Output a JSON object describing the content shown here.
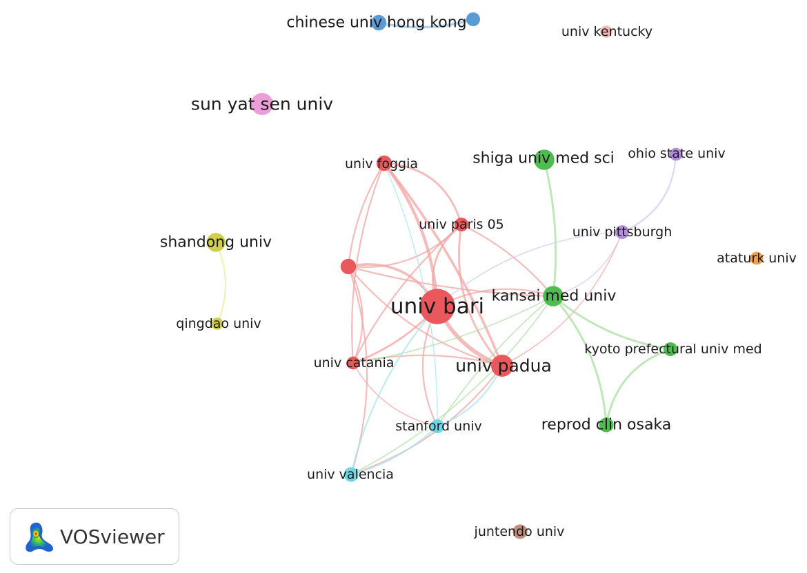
{
  "nodes": [
    {
      "id": "chinese-univ-hong-kong",
      "label": "chinese univ hong kong",
      "cluster": "blue",
      "size": 12
    },
    {
      "id": "chinese-univ-hong-kong-2",
      "label": "",
      "cluster": "blue",
      "size": 10
    },
    {
      "id": "univ-kentucky",
      "label": "univ kentucky",
      "cluster": "pink-light",
      "size": 8
    },
    {
      "id": "sun-yat-sen-univ",
      "label": "sun yat sen univ",
      "cluster": "magenta",
      "size": 20
    },
    {
      "id": "univ-foggia",
      "label": "univ foggia",
      "cluster": "red",
      "size": 12
    },
    {
      "id": "univ-paris-05",
      "label": "univ paris 05",
      "cluster": "red",
      "size": 10
    },
    {
      "id": "red-unlabeled",
      "label": "",
      "cluster": "red",
      "size": 12
    },
    {
      "id": "univ-bari",
      "label": "univ bari",
      "cluster": "red",
      "size": 36
    },
    {
      "id": "univ-catania",
      "label": "univ catania",
      "cluster": "red",
      "size": 9
    },
    {
      "id": "univ-padua",
      "label": "univ padua",
      "cluster": "red",
      "size": 20
    },
    {
      "id": "shiga-univ-med-sci",
      "label": "shiga univ med sci",
      "cluster": "green",
      "size": 18
    },
    {
      "id": "kansai-med-univ",
      "label": "kansai med univ",
      "cluster": "green",
      "size": 18
    },
    {
      "id": "kyoto-prefectural-univ-med",
      "label": "kyoto prefectural univ med",
      "cluster": "green",
      "size": 10
    },
    {
      "id": "reprod-clin-osaka",
      "label": "reprod clin osaka",
      "cluster": "green",
      "size": 11
    },
    {
      "id": "ohio-state-univ",
      "label": "ohio state univ",
      "cluster": "purple",
      "size": 9
    },
    {
      "id": "univ-pittsburgh",
      "label": "univ pittsburgh",
      "cluster": "purple",
      "size": 10
    },
    {
      "id": "ataturk-univ",
      "label": "ataturk univ",
      "cluster": "orange",
      "size": 9
    },
    {
      "id": "shandong-univ",
      "label": "shandong univ",
      "cluster": "yellow",
      "size": 16
    },
    {
      "id": "qingdao-univ",
      "label": "qingdao univ",
      "cluster": "yellow",
      "size": 8
    },
    {
      "id": "stanford-univ",
      "label": "stanford univ",
      "cluster": "cyan",
      "size": 10
    },
    {
      "id": "univ-valencia",
      "label": "univ valencia",
      "cluster": "cyan",
      "size": 11
    },
    {
      "id": "juntendo-univ",
      "label": "juntendo univ",
      "cluster": "brown",
      "size": 11
    }
  ],
  "edges": [
    {
      "source": "chinese-univ-hong-kong",
      "target": "chinese-univ-hong-kong-2",
      "cluster": "blue",
      "weight": 4
    },
    {
      "source": "shandong-univ",
      "target": "qingdao-univ",
      "cluster": "yellow",
      "weight": 2
    },
    {
      "source": "univ-bari",
      "target": "univ-foggia",
      "cluster": "red",
      "weight": 5
    },
    {
      "source": "univ-bari",
      "target": "univ-paris-05",
      "cluster": "red",
      "weight": 3
    },
    {
      "source": "univ-bari",
      "target": "red-unlabeled",
      "cluster": "red",
      "weight": 4
    },
    {
      "source": "univ-bari",
      "target": "univ-catania",
      "cluster": "red",
      "weight": 3
    },
    {
      "source": "univ-bari",
      "target": "univ-padua",
      "cluster": "red",
      "weight": 7
    },
    {
      "source": "univ-bari",
      "target": "kansai-med-univ",
      "cluster": "red",
      "weight": 2
    },
    {
      "source": "univ-bari",
      "target": "stanford-univ",
      "cluster": "red",
      "weight": 2
    },
    {
      "source": "univ-foggia",
      "target": "univ-paris-05",
      "cluster": "red",
      "weight": 3
    },
    {
      "source": "univ-foggia",
      "target": "red-unlabeled",
      "cluster": "red",
      "weight": 2
    },
    {
      "source": "univ-foggia",
      "target": "univ-padua",
      "cluster": "red",
      "weight": 4
    },
    {
      "source": "univ-foggia",
      "target": "univ-catania",
      "cluster": "red",
      "weight": 2
    },
    {
      "source": "univ-paris-05",
      "target": "red-unlabeled",
      "cluster": "red",
      "weight": 2
    },
    {
      "source": "univ-paris-05",
      "target": "univ-padua",
      "cluster": "red",
      "weight": 3
    },
    {
      "source": "univ-paris-05",
      "target": "kansai-med-univ",
      "cluster": "red",
      "weight": 2
    },
    {
      "source": "univ-paris-05",
      "target": "univ-catania",
      "cluster": "red",
      "weight": 2
    },
    {
      "source": "red-unlabeled",
      "target": "univ-catania",
      "cluster": "red",
      "weight": 2
    },
    {
      "source": "red-unlabeled",
      "target": "univ-padua",
      "cluster": "red",
      "weight": 2
    },
    {
      "source": "red-unlabeled",
      "target": "univ-valencia",
      "cluster": "red",
      "weight": 2
    },
    {
      "source": "red-unlabeled",
      "target": "kansai-med-univ",
      "cluster": "red",
      "weight": 2
    },
    {
      "source": "univ-catania",
      "target": "univ-padua",
      "cluster": "red",
      "weight": 2
    },
    {
      "source": "univ-catania",
      "target": "stanford-univ",
      "cluster": "red",
      "weight": 1
    },
    {
      "source": "univ-padua",
      "target": "univ-valencia",
      "cluster": "red",
      "weight": 2
    },
    {
      "source": "univ-padua",
      "target": "univ-pittsburgh",
      "cluster": "red",
      "weight": 1
    },
    {
      "source": "shiga-univ-med-sci",
      "target": "kansai-med-univ",
      "cluster": "green",
      "weight": 3
    },
    {
      "source": "kansai-med-univ",
      "target": "kyoto-prefectural-univ-med",
      "cluster": "green",
      "weight": 3
    },
    {
      "source": "kansai-med-univ",
      "target": "reprod-clin-osaka",
      "cluster": "green",
      "weight": 3
    },
    {
      "source": "kyoto-prefectural-univ-med",
      "target": "reprod-clin-osaka",
      "cluster": "green",
      "weight": 3
    },
    {
      "source": "kansai-med-univ",
      "target": "univ-valencia",
      "cluster": "green",
      "weight": 1
    },
    {
      "source": "kansai-med-univ",
      "target": "stanford-univ",
      "cluster": "green",
      "weight": 1
    },
    {
      "source": "kansai-med-univ",
      "target": "univ-catania",
      "cluster": "green",
      "weight": 1
    },
    {
      "source": "kansai-med-univ",
      "target": "univ-pittsburgh",
      "cluster": "purple",
      "weight": 1
    },
    {
      "source": "ohio-state-univ",
      "target": "univ-pittsburgh",
      "cluster": "purple",
      "weight": 2
    },
    {
      "source": "univ-pittsburgh",
      "target": "univ-bari",
      "cluster": "purple",
      "weight": 1
    },
    {
      "source": "stanford-univ",
      "target": "univ-valencia",
      "cluster": "cyan",
      "weight": 2
    },
    {
      "source": "stanford-univ",
      "target": "univ-padua",
      "cluster": "cyan",
      "weight": 2
    },
    {
      "source": "univ-valencia",
      "target": "univ-bari",
      "cluster": "cyan",
      "weight": 2
    },
    {
      "source": "stanford-univ",
      "target": "univ-foggia",
      "cluster": "cyan",
      "weight": 1
    }
  ],
  "cluster_colors": {
    "red": "#e8585c",
    "green": "#4dbd4f",
    "blue": "#5b9bd5",
    "pink-light": "#f4b8b8",
    "magenta": "#ec9ed8",
    "purple": "#b58de0",
    "orange": "#f0a04b",
    "yellow": "#cfcf4d",
    "cyan": "#6fd6e8",
    "brown": "#c08f7f"
  },
  "edge_colors": {
    "red": "#f0a6a4",
    "green": "#a8dea0",
    "blue": "#9cc3e8",
    "yellow": "#ecec9e",
    "purple": "#d6c4f0",
    "cyan": "#a8e6f0"
  },
  "logo": {
    "icon": "vosviewer-logo-icon",
    "text": "VOSviewer"
  }
}
